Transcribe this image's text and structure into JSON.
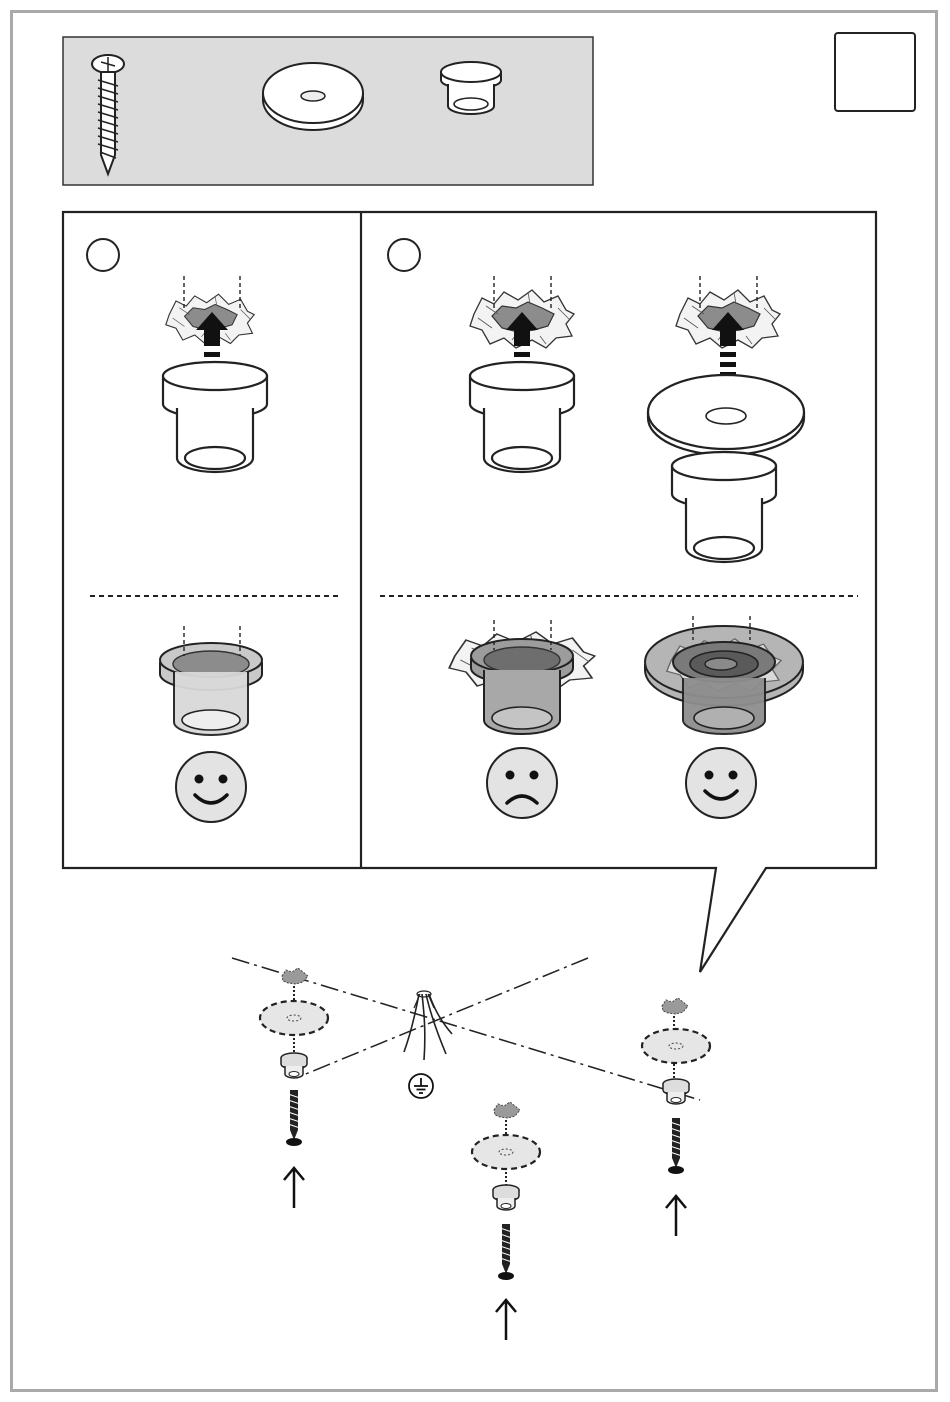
{
  "page": {
    "step_number": "",
    "hardware_kit": {
      "items": [
        {
          "icon": "screw-icon"
        },
        {
          "icon": "rosette-washer-icon"
        },
        {
          "icon": "sleeve-bushing-icon"
        }
      ]
    },
    "panels": [
      {
        "label": "",
        "option": "bushing-only",
        "result": "smiley-happy-icon"
      },
      {
        "label": "",
        "option": "bushing-only-large-hole",
        "result": "smiley-sad-icon"
      },
      {
        "label": "",
        "option": "bushing-with-rosette",
        "result": "smiley-happy-icon"
      }
    ],
    "installation": {
      "mount_points": 3,
      "center_icon": "ground-symbol-icon",
      "wires_icon": "wire-bundle-icon"
    }
  },
  "colors": {
    "frame": "#a9a9a9",
    "kit_background": "#dcdcdc",
    "line": "#222222",
    "plaster_hole": "#8c8c8c",
    "face": "#e3e3e3"
  }
}
